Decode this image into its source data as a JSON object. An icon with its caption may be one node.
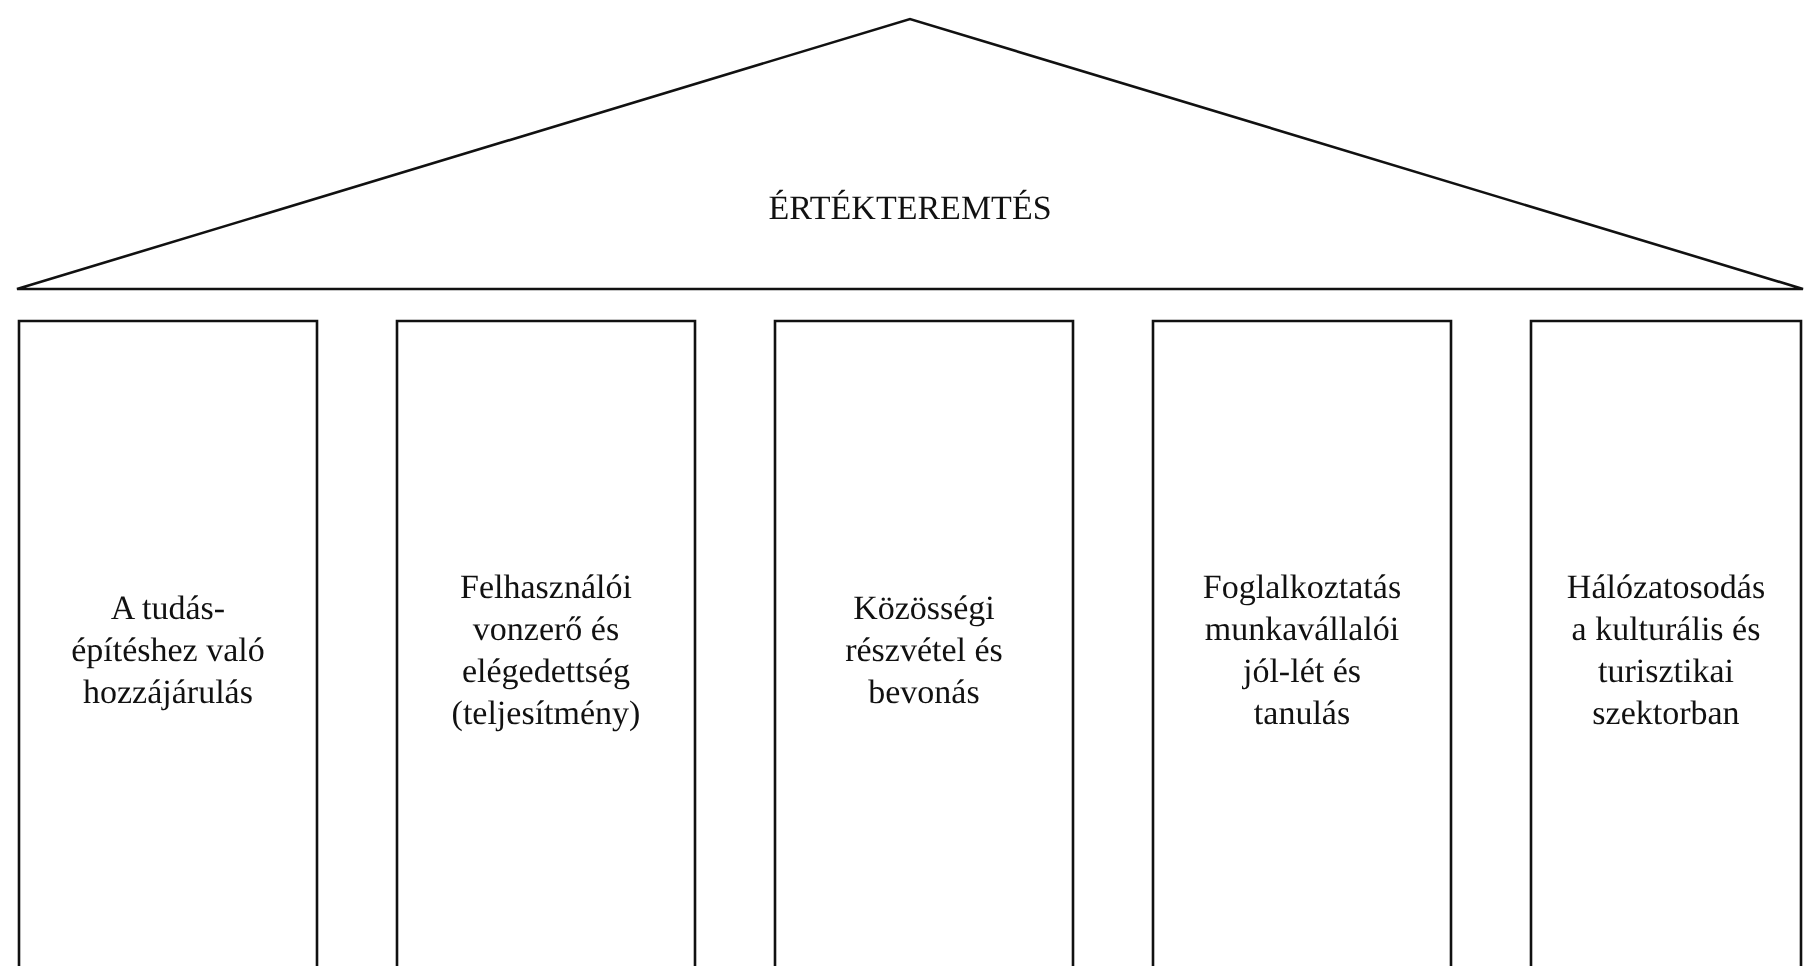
{
  "diagram": {
    "nodes": [
      {
        "text": [
          "ÉRTÉKTEREMTÉS"
        ]
      },
      {
        "text": [
          "A tudás-építéshez való hozzájárulás"
        ]
      },
      {
        "text": [
          "Felhasználói vonzerő és elégedettség (teljesítmény)"
        ]
      },
      {
        "text": [
          "Közösségi részvétel és bevonás"
        ]
      },
      {
        "text": [
          "Foglalkoztatás munkavállalói jól-lét és tanulás"
        ]
      },
      {
        "text": [
          "Hálózatosodás a kulturális és turisztikai szektorban"
        ]
      }
    ]
  }
}
